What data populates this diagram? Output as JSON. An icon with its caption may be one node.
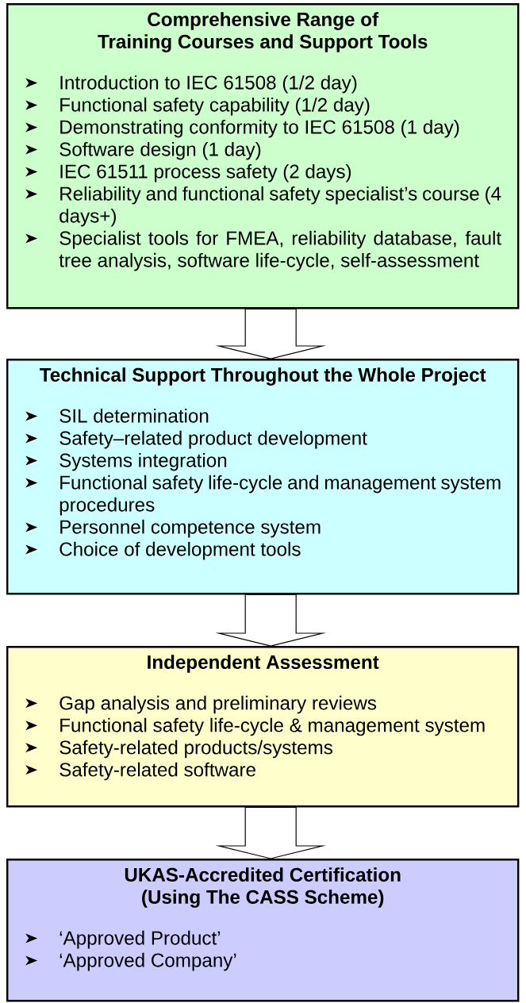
{
  "diagram": {
    "nodes": [
      {
        "text": [
          "Comprehensive Range of Training Courses and Support Tools",
          "Introduction to IEC 61508 (1/2 day)",
          "Functional safety capability (1/2 day)",
          "Demonstrating conformity to IEC 61508 (1 day)",
          "Software design (1 day)",
          "IEC 61511 process safety (2 days)",
          "Reliability and functional safety specialist’s course (4 days+)",
          "Specialist tools for FMEA, reliability database, fault tree analysis, software life-cycle, self-assessment"
        ]
      },
      {
        "text": [
          "Technical Support Throughout the Whole Project",
          "SIL determination",
          "Safety–related product development",
          "Systems integration",
          "Functional safety life-cycle and management system procedures",
          "Personnel competence system",
          "Choice of development tools"
        ]
      },
      {
        "text": [
          "Independent Assessment",
          "Gap analysis and preliminary reviews",
          "Functional safety life-cycle & management system",
          "Safety-related products/systems",
          "Safety-related software"
        ]
      },
      {
        "text": [
          "UKAS-Accredited Certification (Using The CASS Scheme)",
          "‘Approved Product’",
          "‘Approved Company’"
        ]
      }
    ],
    "edges": [
      {
        "from": 0,
        "to": 1,
        "arrow": "to"
      },
      {
        "from": 1,
        "to": 2,
        "arrow": "to"
      },
      {
        "from": 2,
        "to": 3,
        "arrow": "to"
      }
    ]
  }
}
